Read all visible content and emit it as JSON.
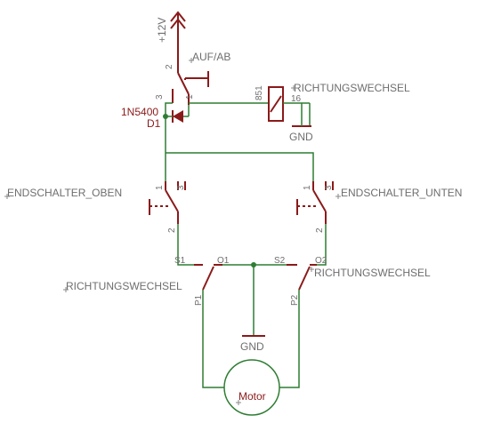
{
  "supply_label": "+12V",
  "switch_main": {
    "name": "AUF/AB",
    "pin_top": "2",
    "pin_left": "3",
    "pin_right": "1"
  },
  "diode": {
    "part": "1N5400",
    "name": "D1"
  },
  "relay_coil": {
    "name": "RICHTUNGSWECHSEL",
    "pin_a": "851",
    "pin_b": "16"
  },
  "gnd_top": "GND",
  "endschalter_oben": {
    "name": "ENDSCHALTER_OBEN",
    "pin_1": "1",
    "pin_2": "2",
    "pin_3": "3"
  },
  "endschalter_unten": {
    "name": "ENDSCHALTER_UNTEN",
    "pin_1": "1",
    "pin_2": "2",
    "pin_3": "3"
  },
  "relay_left": {
    "name": "RICHTUNGSWECHSEL",
    "s": "S1",
    "o": "O1",
    "p": "P1"
  },
  "relay_right": {
    "name": "RICHTUNGSWECHSEL",
    "s": "S2",
    "o": "O2",
    "p": "P2"
  },
  "gnd_bottom": "GND",
  "motor": "Motor"
}
